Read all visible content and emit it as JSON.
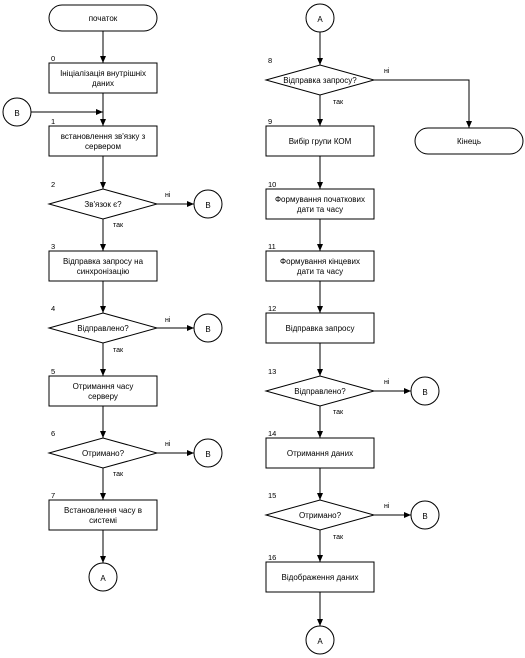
{
  "flowchart": {
    "nodes": [
      {
        "id": "start",
        "shape": "terminal",
        "number": "",
        "lines": [
          "початок"
        ]
      },
      {
        "id": "n0",
        "shape": "process",
        "number": "0",
        "lines": [
          "Ініціалізація внутрішніх",
          "даних"
        ]
      },
      {
        "id": "n1",
        "shape": "process",
        "number": "1",
        "lines": [
          "встановлення зв'язку з",
          "сервером"
        ]
      },
      {
        "id": "n2",
        "shape": "decision",
        "number": "2",
        "lines": [
          "Зв'язок є?"
        ]
      },
      {
        "id": "n3",
        "shape": "process",
        "number": "3",
        "lines": [
          "Відправка запросу на",
          "синхронізацію"
        ]
      },
      {
        "id": "n4",
        "shape": "decision",
        "number": "4",
        "lines": [
          "Відправлено?"
        ]
      },
      {
        "id": "n5",
        "shape": "process",
        "number": "5",
        "lines": [
          "Отримання часу",
          "серверу"
        ]
      },
      {
        "id": "n6",
        "shape": "decision",
        "number": "6",
        "lines": [
          "Отримано?"
        ]
      },
      {
        "id": "n7",
        "shape": "process",
        "number": "7",
        "lines": [
          "Встановлення часу в",
          "системі"
        ]
      },
      {
        "id": "n8",
        "shape": "decision",
        "number": "8",
        "lines": [
          "Відправка запросу?"
        ]
      },
      {
        "id": "n9",
        "shape": "process",
        "number": "9",
        "lines": [
          "Вибір групи КОМ"
        ]
      },
      {
        "id": "n10",
        "shape": "process",
        "number": "10",
        "lines": [
          "Формування початкових",
          "дати та часу"
        ]
      },
      {
        "id": "n11",
        "shape": "process",
        "number": "11",
        "lines": [
          "Формування кінцевих",
          "дати та часу"
        ]
      },
      {
        "id": "n12",
        "shape": "process",
        "number": "12",
        "lines": [
          "Відправка запросу"
        ]
      },
      {
        "id": "n13",
        "shape": "decision",
        "number": "13",
        "lines": [
          "Відправлено?"
        ]
      },
      {
        "id": "n14",
        "shape": "process",
        "number": "14",
        "lines": [
          "Отримання даних"
        ]
      },
      {
        "id": "n15",
        "shape": "decision",
        "number": "15",
        "lines": [
          "Отримано?"
        ]
      },
      {
        "id": "n16",
        "shape": "process",
        "number": "16",
        "lines": [
          "Відображення даних"
        ]
      },
      {
        "id": "end",
        "shape": "terminal",
        "number": "",
        "lines": [
          "Кінець"
        ]
      }
    ],
    "connectors": [
      {
        "id": "cB_in",
        "label": "B"
      },
      {
        "id": "cB_2",
        "label": "B"
      },
      {
        "id": "cB_4",
        "label": "B"
      },
      {
        "id": "cB_6",
        "label": "B"
      },
      {
        "id": "cA_out",
        "label": "A"
      },
      {
        "id": "cA_in",
        "label": "A"
      },
      {
        "id": "cB_13",
        "label": "B"
      },
      {
        "id": "cB_15",
        "label": "B"
      },
      {
        "id": "cA_out2",
        "label": "A"
      }
    ],
    "branch_labels": {
      "yes": "так",
      "no": "ні"
    }
  }
}
